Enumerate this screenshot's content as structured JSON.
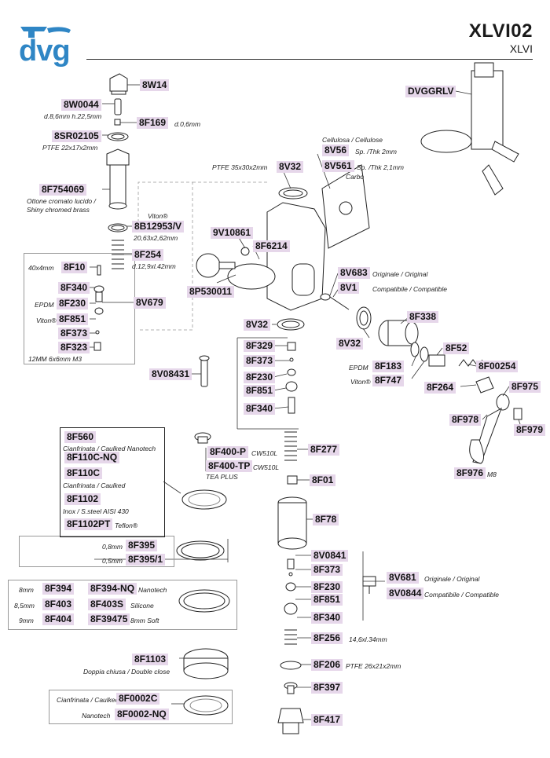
{
  "header": {
    "brand": "dvg",
    "model_code": "XLVI02",
    "model_name": "XLVI"
  },
  "labels": [
    {
      "id": "l1",
      "code": "8W14"
    },
    {
      "id": "l2",
      "code": "8W0044"
    },
    {
      "id": "l3",
      "code": "8F169"
    },
    {
      "id": "l4",
      "code": "8SR02105"
    },
    {
      "id": "l5",
      "code": "8F754069"
    },
    {
      "id": "l6",
      "code": "8B12953/V"
    },
    {
      "id": "l7",
      "code": "8F254"
    },
    {
      "id": "l8",
      "code": "8F10"
    },
    {
      "id": "l9",
      "code": "8F340"
    },
    {
      "id": "l10",
      "code": "8F230"
    },
    {
      "id": "l11",
      "code": "8F851"
    },
    {
      "id": "l12",
      "code": "8V679"
    },
    {
      "id": "l13",
      "code": "8F373"
    },
    {
      "id": "l14",
      "code": "8F323"
    },
    {
      "id": "l15",
      "code": "DVGGRLV"
    },
    {
      "id": "l16",
      "code": "8V56"
    },
    {
      "id": "l17",
      "code": "8V561"
    },
    {
      "id": "l18",
      "code": "8V32"
    },
    {
      "id": "l19",
      "code": "9V10861"
    },
    {
      "id": "l20",
      "code": "8F6214"
    },
    {
      "id": "l21",
      "code": "8P530011"
    },
    {
      "id": "l22",
      "code": "8V683"
    },
    {
      "id": "l23",
      "code": "8V1"
    },
    {
      "id": "l24",
      "code": "8F338"
    },
    {
      "id": "l25",
      "code": "8V32"
    },
    {
      "id": "l26",
      "code": "8V32"
    },
    {
      "id": "l27",
      "code": "8F329"
    },
    {
      "id": "l28",
      "code": "8F373"
    },
    {
      "id": "l29",
      "code": "8F230"
    },
    {
      "id": "l30",
      "code": "8F851"
    },
    {
      "id": "l31",
      "code": "8F340"
    },
    {
      "id": "l32",
      "code": "8V08431"
    },
    {
      "id": "l33",
      "code": "8F52"
    },
    {
      "id": "l34",
      "code": "8F183"
    },
    {
      "id": "l35",
      "code": "8F747"
    },
    {
      "id": "l36",
      "code": "8F00254"
    },
    {
      "id": "l37",
      "code": "8F264"
    },
    {
      "id": "l38",
      "code": "8F975"
    },
    {
      "id": "l39",
      "code": "8F978"
    },
    {
      "id": "l40",
      "code": "8F979"
    },
    {
      "id": "l41",
      "code": "8F976"
    },
    {
      "id": "l42",
      "code": "8F560"
    },
    {
      "id": "l43",
      "code": "8F110C-NQ"
    },
    {
      "id": "l44",
      "code": "8F110C"
    },
    {
      "id": "l45",
      "code": "8F1102"
    },
    {
      "id": "l46",
      "code": "8F1102PT"
    },
    {
      "id": "l47",
      "code": "8F400-P"
    },
    {
      "id": "l48",
      "code": "8F400-TP"
    },
    {
      "id": "l49",
      "code": "8F277"
    },
    {
      "id": "l50",
      "code": "8F01"
    },
    {
      "id": "l51",
      "code": "8F78"
    },
    {
      "id": "l52",
      "code": "8F395"
    },
    {
      "id": "l53",
      "code": "8F395/1"
    },
    {
      "id": "l54",
      "code": "8V0841"
    },
    {
      "id": "l55",
      "code": "8F373"
    },
    {
      "id": "l56",
      "code": "8F230"
    },
    {
      "id": "l57",
      "code": "8F851"
    },
    {
      "id": "l58",
      "code": "8F340"
    },
    {
      "id": "l59",
      "code": "8V681"
    },
    {
      "id": "l60",
      "code": "8V0844"
    },
    {
      "id": "l61",
      "code": "8F394"
    },
    {
      "id": "l62",
      "code": "8F394-NQ"
    },
    {
      "id": "l63",
      "code": "8F403"
    },
    {
      "id": "l64",
      "code": "8F403S"
    },
    {
      "id": "l65",
      "code": "8F404"
    },
    {
      "id": "l66",
      "code": "8F39475"
    },
    {
      "id": "l67",
      "code": "8F256"
    },
    {
      "id": "l68",
      "code": "8F1103"
    },
    {
      "id": "l69",
      "code": "8F206"
    },
    {
      "id": "l70",
      "code": "8F397"
    },
    {
      "id": "l71",
      "code": "8F0002C"
    },
    {
      "id": "l72",
      "code": "8F0002-NQ"
    },
    {
      "id": "l73",
      "code": "8F417"
    }
  ],
  "notes": [
    {
      "id": "n1",
      "text": "d.8,6mm h.22,5mm"
    },
    {
      "id": "n2",
      "text": "d.0,6mm"
    },
    {
      "id": "n3",
      "text": "PTFE 22x17x2mm"
    },
    {
      "id": "n4",
      "text": "Ottone cromato lucido /"
    },
    {
      "id": "n5",
      "text": "Shiny chromed brass"
    },
    {
      "id": "n6",
      "text": "Viton®"
    },
    {
      "id": "n7",
      "text": "20,63x2,62mm"
    },
    {
      "id": "n8",
      "text": "d.12,9xl.42mm"
    },
    {
      "id": "n9",
      "text": "40x4mm"
    },
    {
      "id": "n10",
      "text": "EPDM"
    },
    {
      "id": "n11",
      "text": "Viton®"
    },
    {
      "id": "n12",
      "text": "12MM 6x6mm M3"
    },
    {
      "id": "n13",
      "text": "Cellulosa / Cellulose"
    },
    {
      "id": "n14",
      "text": "Sp. /Thk 2mm"
    },
    {
      "id": "n15",
      "text": "Sp. /Thk 2,1mm"
    },
    {
      "id": "n16",
      "text": "Carbo"
    },
    {
      "id": "n17",
      "text": "PTFE 35x30x2mm"
    },
    {
      "id": "n18",
      "text": "Originale / Original"
    },
    {
      "id": "n19",
      "text": "Compatibile / Compatible"
    },
    {
      "id": "n20",
      "text": "EPDM"
    },
    {
      "id": "n21",
      "text": "Viton®"
    },
    {
      "id": "n22",
      "text": "M8"
    },
    {
      "id": "n23",
      "text": "Cianfrinata / Caulked Nanotech"
    },
    {
      "id": "n24",
      "text": "Cianfrinata / Caulked"
    },
    {
      "id": "n25",
      "text": "Inox / S.steel AISI 430"
    },
    {
      "id": "n26",
      "text": "Teflon®"
    },
    {
      "id": "n27",
      "text": "CW510L"
    },
    {
      "id": "n28",
      "text": "CW510L"
    },
    {
      "id": "n29",
      "text": "TEA PLUS"
    },
    {
      "id": "n30",
      "text": "0,8mm"
    },
    {
      "id": "n31",
      "text": "0,5mm"
    },
    {
      "id": "n32",
      "text": "Originale / Original"
    },
    {
      "id": "n33",
      "text": "Compatibile / Compatible"
    },
    {
      "id": "n34",
      "text": "8mm"
    },
    {
      "id": "n35",
      "text": "Nanotech"
    },
    {
      "id": "n36",
      "text": "8,5mm"
    },
    {
      "id": "n37",
      "text": "Silicone"
    },
    {
      "id": "n38",
      "text": "9mm"
    },
    {
      "id": "n39",
      "text": "8mm Soft"
    },
    {
      "id": "n40",
      "text": "14,6xl.34mm"
    },
    {
      "id": "n41",
      "text": "Doppia chiusa / Double close"
    },
    {
      "id": "n42",
      "text": "PTFE 26x21x2mm"
    },
    {
      "id": "n43",
      "text": "Cianfrinata / Caulked"
    },
    {
      "id": "n44",
      "text": "Nanotech"
    }
  ],
  "colors": {
    "brand_blue": "#2f86c5",
    "label_bg": "#e6d7ea",
    "line": "#222222"
  }
}
